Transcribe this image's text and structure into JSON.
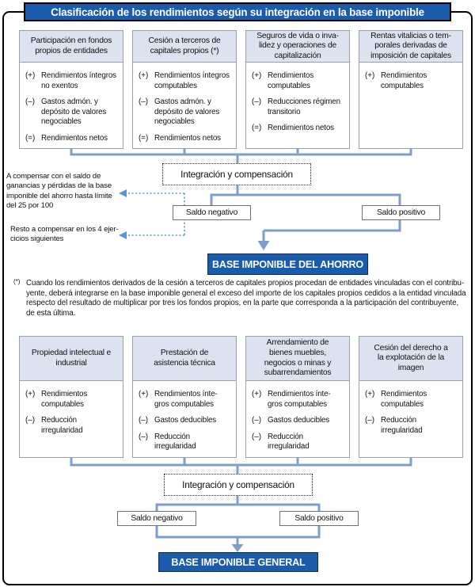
{
  "title": "Clasificación de los rendimientos según su integración en la base imponible",
  "colors": {
    "header_blue": "#1a5cab",
    "panel_header_bg": "#dde2f0",
    "connector_blue": "#7f9ecd",
    "dotted_blue": "#5d92d3"
  },
  "top_panels": [
    {
      "title": "Participación en fondos\npropios de entidades",
      "items": [
        {
          "sign": "(+)",
          "label": "Rendimientos íntegros\nno exentos"
        },
        {
          "sign": "(–)",
          "label": "Gastos admón. y\ndepósito de valores\nnegociables"
        },
        {
          "sign": "(=)",
          "label": "Rendimientos netos"
        }
      ]
    },
    {
      "title": "Cesión a terceros de\ncapitales propios (*)",
      "items": [
        {
          "sign": "(+)",
          "label": "Rendimientos íntegros\ncomputables"
        },
        {
          "sign": "(–)",
          "label": "Gastos admón. y\ndepósito de valores\nnegociables"
        },
        {
          "sign": "(=)",
          "label": "Rendimientos netos"
        }
      ]
    },
    {
      "title": "Seguros de vida o inva-\nlidez y operaciones de\ncapitalización",
      "items": [
        {
          "sign": "(+)",
          "label": "Rendimientos\ncomputables"
        },
        {
          "sign": "(–)",
          "label": "Reducciones régimen\ntransitorio"
        },
        {
          "sign": "(=)",
          "label": "Rendimientos netos"
        }
      ]
    },
    {
      "title": "Rentas vitalicias o tem-\nporales derivadas de\nimposición de capitales",
      "items": [
        {
          "sign": "(+)",
          "label": "Rendimientos\ncomputables"
        }
      ]
    }
  ],
  "savings_section": {
    "integration_label": "Integración y compensación",
    "saldo_negativo": "Saldo negativo",
    "saldo_positivo": "Saldo positivo",
    "base_label": "BASE IMPONIBLE DEL AHORRO",
    "annotation_1": "A compensar con el saldo de\nganancias y pérdidas de la base\nimponible del ahorro hasta límite\ndel 25 por 100",
    "annotation_2": "Resto a compensar en los 4 ejer-\ncicios siguientes"
  },
  "footnote": {
    "marker": "(*)",
    "text": "Cuando los rendimientos derivados de la cesión a terceros de capitales propios procedan de entidades vinculadas con el contribu-\nyente, deberá integrarse en la base imponible general el exceso del importe de los capitales propios cedidos a la entidad vinculada\nrespecto del resultado de multiplicar por tres los fondos propios, en la parte que corresponda a la participación del contribuyente,\nde esta última."
  },
  "bottom_panels": [
    {
      "title": "Propiedad intelectual e\nindustrial",
      "items": [
        {
          "sign": "(+)",
          "label": "Rendimientos\ncomputables"
        },
        {
          "sign": "(–)",
          "label": "Reducción\nirregularidad"
        }
      ]
    },
    {
      "title": "Prestación de\nasistencia técnica",
      "items": [
        {
          "sign": "(+)",
          "label": "Rendimientos ínte-\ngros computables"
        },
        {
          "sign": "(–)",
          "label": "Gastos deducibles"
        },
        {
          "sign": "(–)",
          "label": "Reducción\nirregularidad"
        }
      ]
    },
    {
      "title": "Arrendamiento de\nbienes muebles,\nnegocios o minas y\nsubarrendamientos",
      "items": [
        {
          "sign": "(+)",
          "label": "Rendimientos ínte-\ngros computables"
        },
        {
          "sign": "(–)",
          "label": "Gastos deducibles"
        },
        {
          "sign": "(–)",
          "label": "Reducción\nirregularidad"
        }
      ]
    },
    {
      "title": "Cesión del derecho a\nla explotación de la\nimagen",
      "items": [
        {
          "sign": "(+)",
          "label": "Rendimientos\ncomputables"
        },
        {
          "sign": "(–)",
          "label": "Reducción\nirregularidad"
        }
      ]
    }
  ],
  "general_section": {
    "integration_label": "Integración y compensación",
    "saldo_negativo": "Saldo negativo",
    "saldo_positivo": "Saldo positivo",
    "base_label": "BASE IMPONIBLE GENERAL"
  }
}
